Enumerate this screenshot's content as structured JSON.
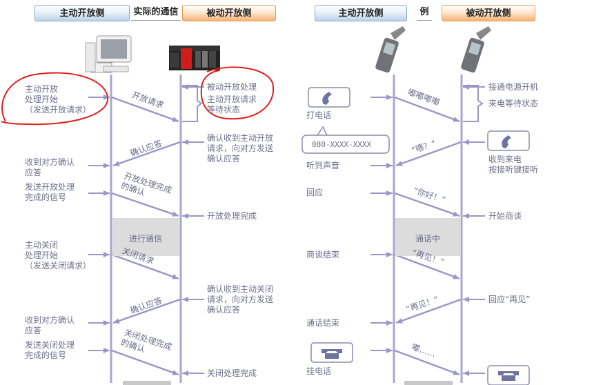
{
  "left": {
    "header_active": "主动开放侧",
    "header_middle": "实际的通信",
    "header_passive": "被动开放侧",
    "active_labels": [
      "主动开放\n处理开始\n（发送开放请求）",
      "收到对方确认\n应答",
      "发送开放处理\n完成的信号",
      "主动关闭\n处理开始\n（发送关闭请求）",
      "收到对方确认\n应答",
      "发送关闭处理\n完成的信号"
    ],
    "passive_labels": [
      "被动开放处理",
      "主动开放请求\n等待状态",
      "确认收到主动开放\n请求，向对方发送\n确认应答",
      "开放处理完成",
      "确认收到主动关闭\n请求，向对方发送\n确认应答",
      "关闭处理完成"
    ],
    "messages": [
      "开放请求",
      "确认应答",
      "开放处理完成\n的确认",
      "关闭请求",
      "确认应答",
      "关闭处理完成\n的确认"
    ],
    "shaded_label": "进行通信"
  },
  "right": {
    "header_caller": "主动开放侧",
    "header_middle": "例",
    "header_callee": "被动开放侧",
    "caller_labels": [
      "打电话",
      "听到声音",
      "回应",
      "商谈结束",
      "通话结束",
      "挂电话"
    ],
    "phone_number": "080-XXXX-XXXX",
    "callee_labels": [
      "接通电源开机",
      "来电等待状态",
      "收到来电\n按接听键接听",
      "开始商谈",
      "回应“再见”"
    ],
    "messages": [
      "嘟嘟嘟嘟",
      "“喂？”",
      "“你好！”",
      "“再见！”",
      "“再见！”",
      "嘟……"
    ],
    "shaded_label": "通话中"
  },
  "colors": {
    "lifeline": "#a9a6cc",
    "arrow": "#9a97c6",
    "text": "#6b6f8a",
    "annotation": "#e0201c"
  },
  "icons": [
    "desktop-computer-icon",
    "plc-device-icon",
    "flip-phone-icon",
    "phone-receiver-icon"
  ]
}
